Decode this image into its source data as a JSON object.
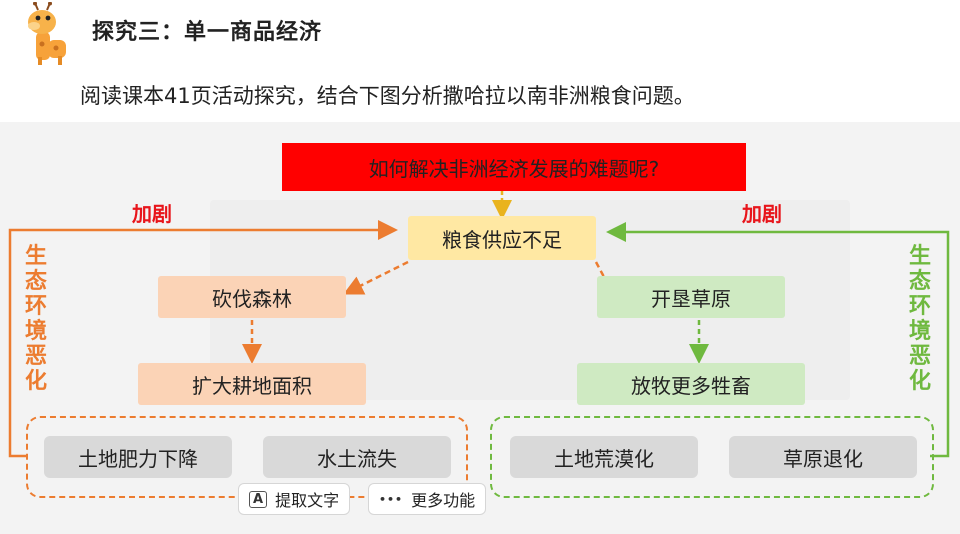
{
  "header": {
    "title": "探究三：单一商品经济",
    "subtitle": "阅读课本41页活动探究，结合下图分析撒哈拉以南非洲粮食问题。"
  },
  "diagram": {
    "question": "如何解决非洲经济发展的难题呢?",
    "center": "粮食供应不足",
    "left_intensify": "加剧",
    "right_intensify": "加剧",
    "left_side_label": [
      "生",
      "态",
      "环",
      "境",
      "恶",
      "化"
    ],
    "right_side_label": [
      "生",
      "态",
      "环",
      "境",
      "恶",
      "化"
    ],
    "left_chain": [
      "砍伐森林",
      "扩大耕地面积"
    ],
    "right_chain": [
      "开垦草原",
      "放牧更多牲畜"
    ],
    "left_results": [
      "土地肥力下降",
      "水土流失"
    ],
    "right_results": [
      "土地荒漠化",
      "草原退化"
    ]
  },
  "toolbar": {
    "extract_text_icon": "A",
    "extract_text": "提取文字",
    "more_icon": "•••",
    "more": "更多功能"
  },
  "colors": {
    "orange": "#ec7c30",
    "green": "#6fb93f",
    "red_banner": "#ff0000",
    "red_label": "#e8151b"
  },
  "icons": {
    "mascot": "giraffe-icon",
    "extract_text": "text-extract-icon",
    "more": "more-dots-icon"
  }
}
